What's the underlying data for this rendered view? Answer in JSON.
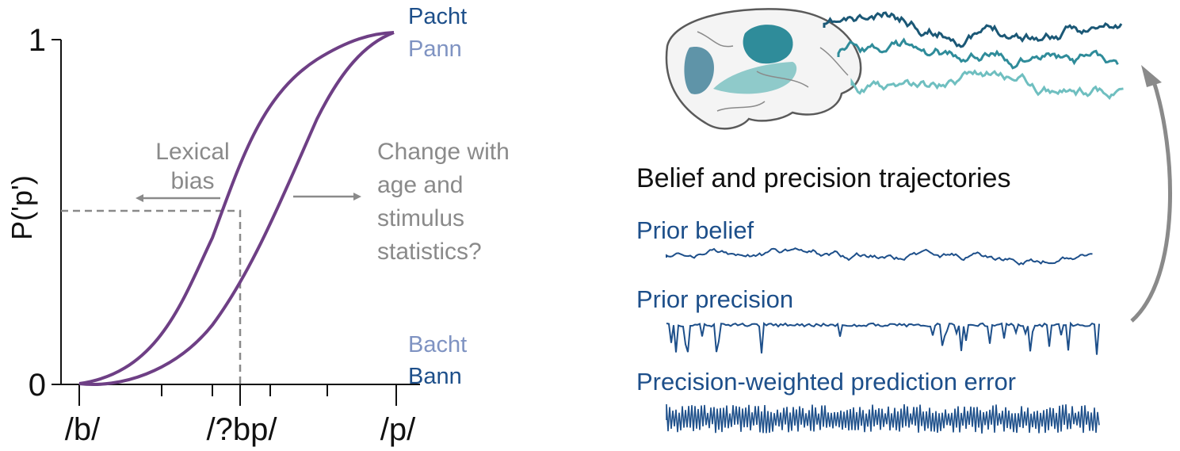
{
  "psychometric": {
    "y_axis_label": "P('p')",
    "y_ticks": [
      "0",
      "1"
    ],
    "x_ticks": [
      "/b/",
      "/?bp/",
      "/p/"
    ],
    "word_top_dark": "Pacht",
    "word_top_light": "Pann",
    "word_bottom_light": "Bacht",
    "word_bottom_dark": "Bann",
    "left_note": [
      "Lexical",
      "bias"
    ],
    "right_note": [
      "Change with",
      "age and",
      "stimulus",
      "statistics?"
    ],
    "curve_color": "#6e3f85"
  },
  "trajectories": {
    "title": "Belief and precision trajectories",
    "trace_labels": [
      "Prior belief",
      "Prior precision",
      "Precision-weighted prediction error"
    ],
    "trace_color": "#1d4f8a",
    "brain_colors": [
      "#1b5876",
      "#2f8c9a",
      "#6fbfc0"
    ]
  }
}
